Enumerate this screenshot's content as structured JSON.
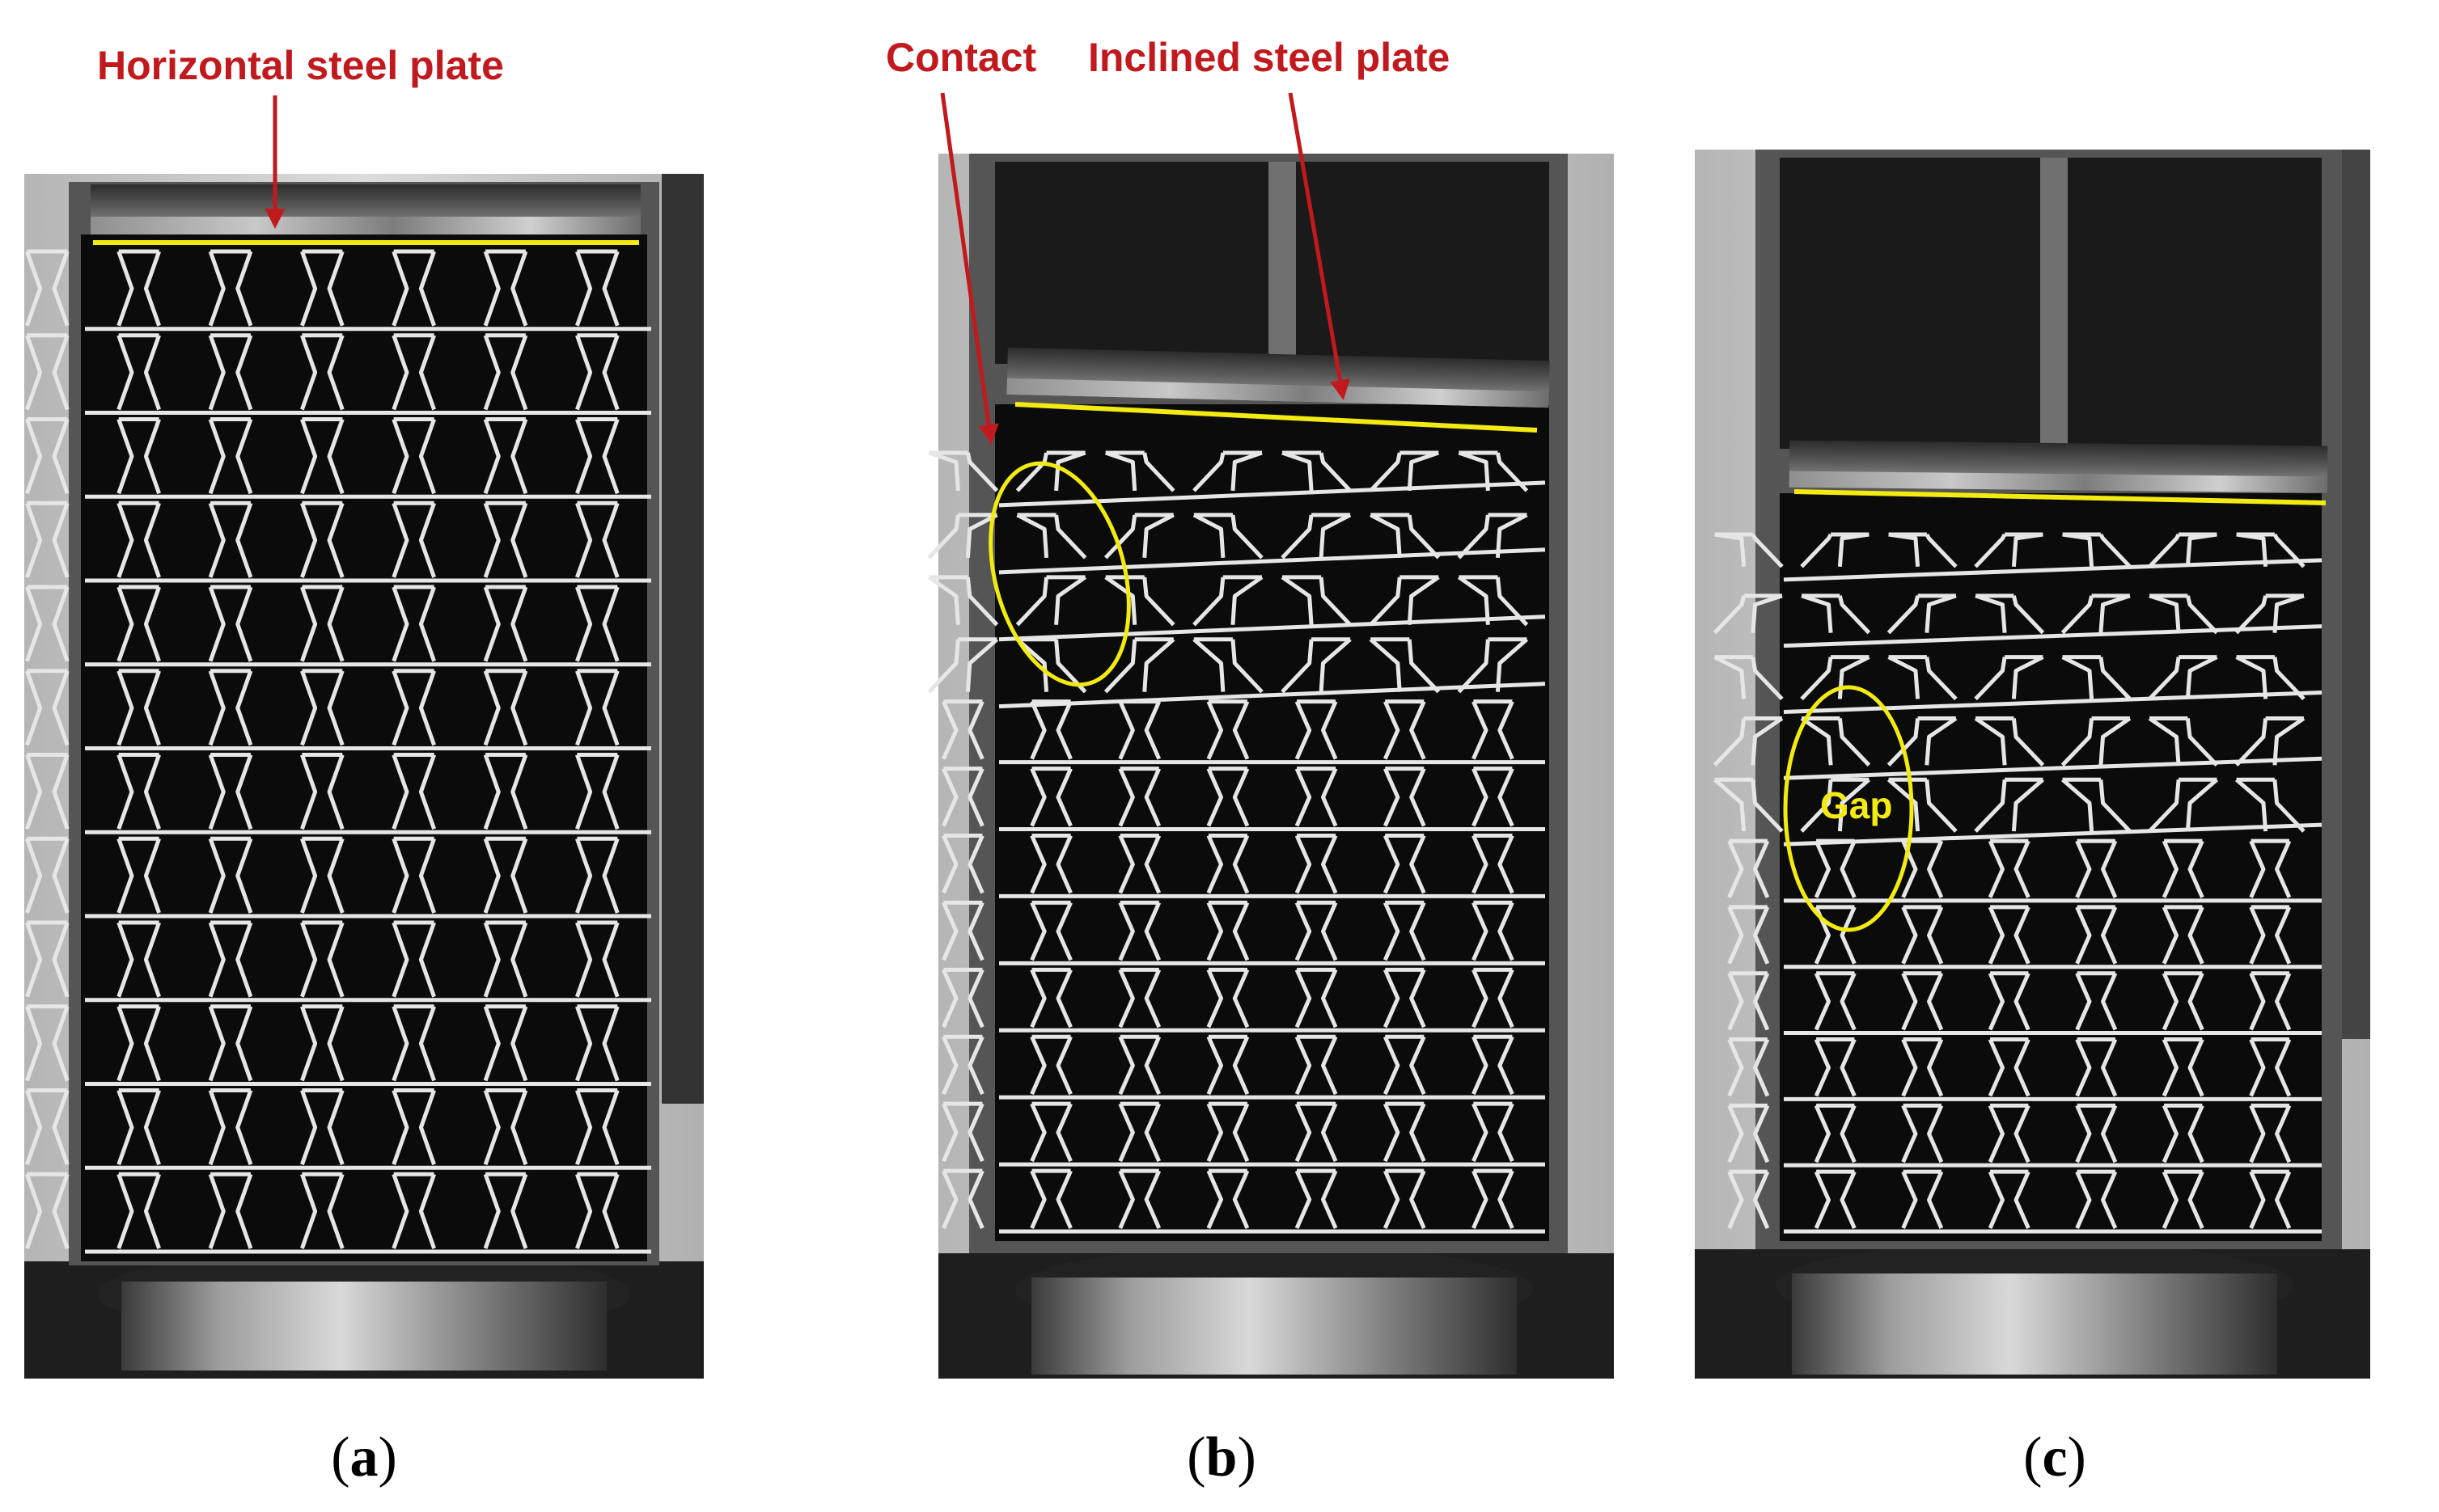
{
  "panels": [
    {
      "id": "a",
      "caption_open": "(",
      "caption_letter": "a",
      "caption_close": ")"
    },
    {
      "id": "b",
      "caption_open": "(",
      "caption_letter": "b",
      "caption_close": ")"
    },
    {
      "id": "c",
      "caption_open": "(",
      "caption_letter": "c",
      "caption_close": ")"
    }
  ],
  "annotations": {
    "horizontal_plate": "Horizontal steel plate",
    "contact": "Contact",
    "inclined_plate": "Inclined steel plate",
    "gap": "Gap"
  },
  "colors": {
    "annotation_text": "#c0191e",
    "highlight": "#f2ea10",
    "specimen_background": "#0b0b0b",
    "cell_walls": "#e6e6e6",
    "frame": "#4a4a4a"
  }
}
